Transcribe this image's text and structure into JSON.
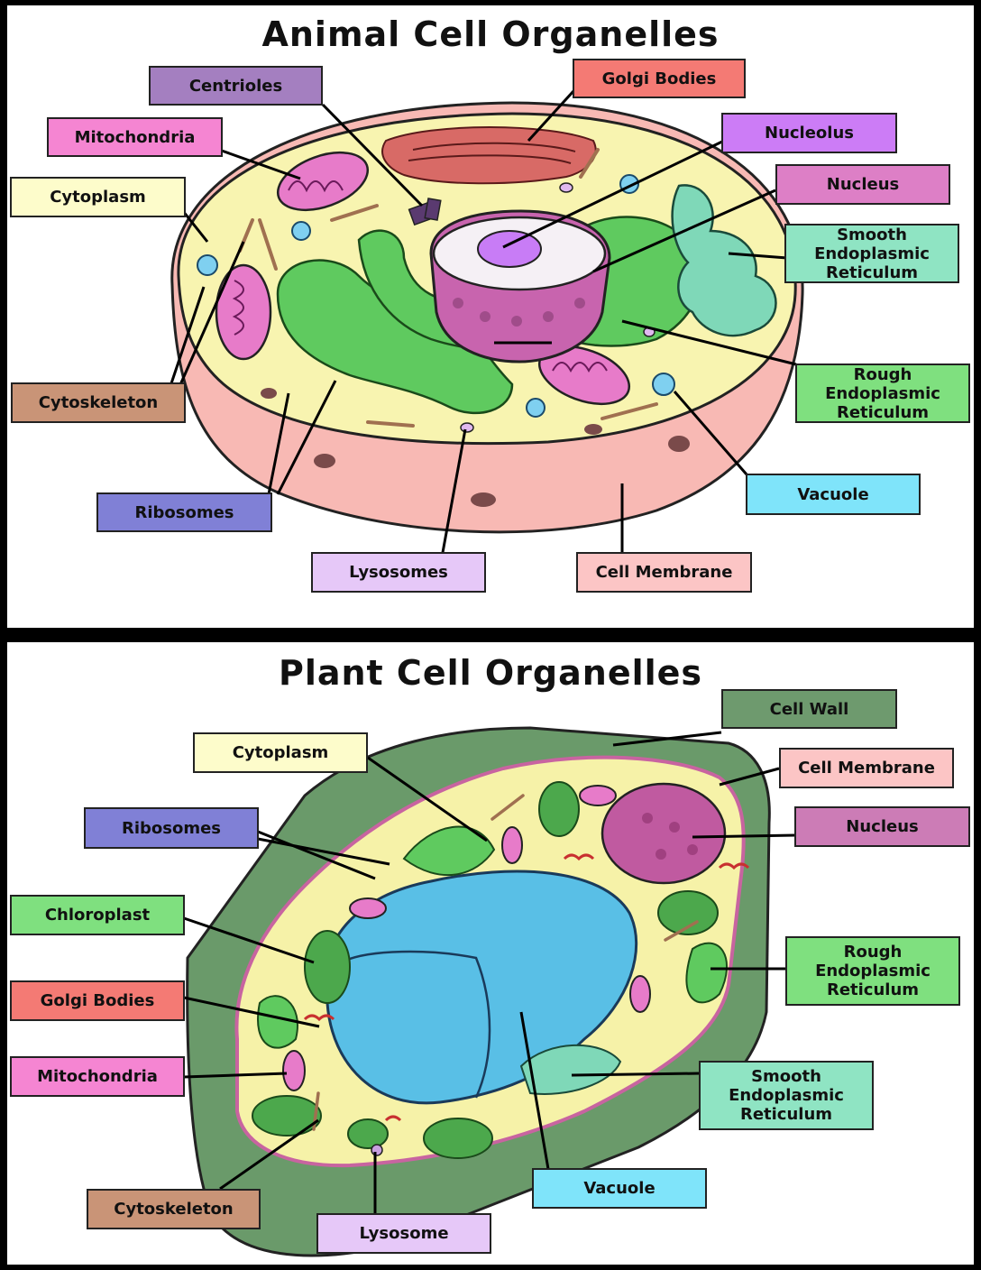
{
  "colors": {
    "purple": "#a47fc0",
    "salmon": "#f47a74",
    "pink": "#f585d2",
    "violet": "#cc7cf6",
    "magenta": "#dd7fc6",
    "yellow": "#fdfccb",
    "mint": "#8fe4c3",
    "tan": "#c99477",
    "green": "#7fe07f",
    "indigo": "#8080d6",
    "cyan": "#7fe4fa",
    "lavender": "#e6c8f8",
    "rose": "#fcc5c5",
    "dkgreen": "#6e9a6e",
    "mauve": "#cc7cb6"
  },
  "animal": {
    "title": "Animal Cell Organelles",
    "labels": {
      "centrioles": "Centrioles",
      "golgi": "Golgi Bodies",
      "mitochondria": "Mitochondria",
      "nucleolus": "Nucleolus",
      "cytoplasm": "Cytoplasm",
      "nucleus": "Nucleus",
      "ser": "Smooth Endoplasmic Reticulum",
      "cytoskeleton": "Cytoskeleton",
      "rer": "Rough Endoplasmic Reticulum",
      "vacuole": "Vacuole",
      "ribosomes": "Ribosomes",
      "lysosomes": "Lysosomes",
      "membrane": "Cell Membrane"
    }
  },
  "plant": {
    "title": "Plant Cell Organelles",
    "labels": {
      "wall": "Cell Wall",
      "cytoplasm": "Cytoplasm",
      "membrane": "Cell Membrane",
      "ribosomes": "Ribosomes",
      "nucleus": "Nucleus",
      "chloroplast": "Chloroplast",
      "rer": "Rough Endoplasmic Reticulum",
      "golgi": "Golgi Bodies",
      "mitochondria": "Mitochondria",
      "ser": "Smooth Endoplasmic Reticulum",
      "vacuole": "Vacuole",
      "cytoskeleton": "Cytoskeleton",
      "lysosome": "Lysosome"
    }
  }
}
